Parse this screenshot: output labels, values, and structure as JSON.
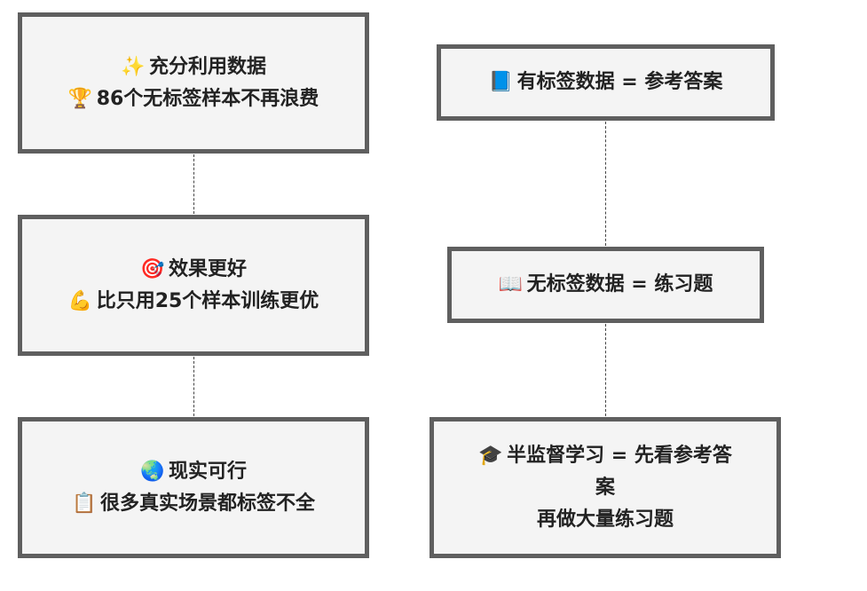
{
  "nodes": {
    "full_use": {
      "title": "充分利用数据",
      "title_icon": "✨",
      "detail": "86个无标签样本不再浪费",
      "detail_icon": "🏆"
    },
    "better_result": {
      "title": "效果更好",
      "title_icon": "🎯",
      "detail": "比只用25个样本训练更优",
      "detail_icon": "💪"
    },
    "practical": {
      "title": "现实可行",
      "title_icon": "🌏",
      "detail": "很多真实场景都标签不全",
      "detail_icon": "📋"
    },
    "labeled": {
      "text": "有标签数据 = 参考答案",
      "icon": "📘"
    },
    "unlabeled": {
      "text": "无标签数据 = 练习题",
      "icon": "📖"
    },
    "semi_supervised": {
      "text_line1": "半监督学习 = 先看参考答案",
      "text_line2": "再做大量练习题",
      "icon": "🎓"
    }
  },
  "colors": {
    "box_fill": "#f4f4f4",
    "box_border": "#5f5f5f",
    "text": "#222222",
    "connector": "#444444"
  }
}
